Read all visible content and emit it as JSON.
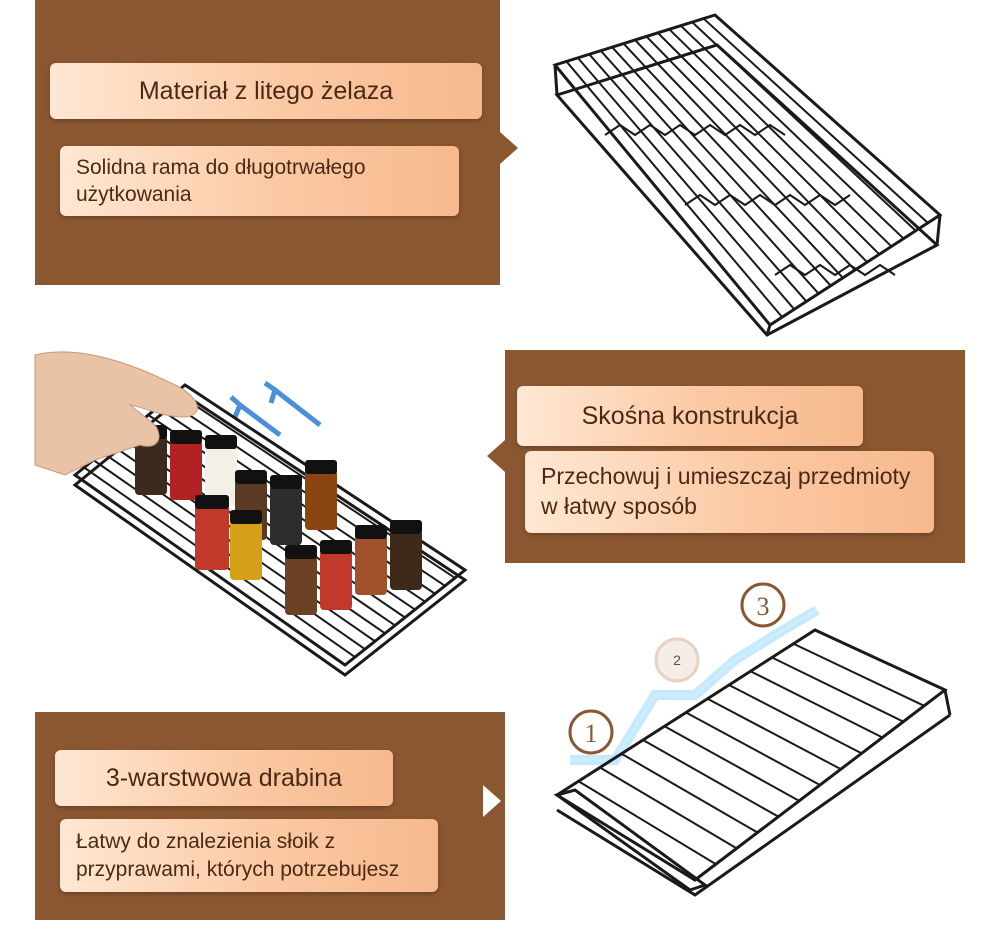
{
  "features": [
    {
      "title": "Materiał z litego żelaza",
      "description": "Solidna rama do długotrwałego użytkowania"
    },
    {
      "title": "Skośna konstrukcja",
      "description": "Przechowuj i umieszczaj przedmioty w łatwy sposób"
    },
    {
      "title": "3-warstwowa drabina",
      "description": "Łatwy do znalezienia słoik z przyprawami, których potrzebujesz"
    }
  ],
  "tier_markers": [
    "1",
    "2",
    "3"
  ],
  "colors": {
    "panel": "#8b5731",
    "pill_light": "#ffe7d3",
    "pill_dark": "#f7b98e",
    "text": "#4a2a17",
    "rack": "#1a1a1a",
    "glow": "#7fd0ff"
  }
}
